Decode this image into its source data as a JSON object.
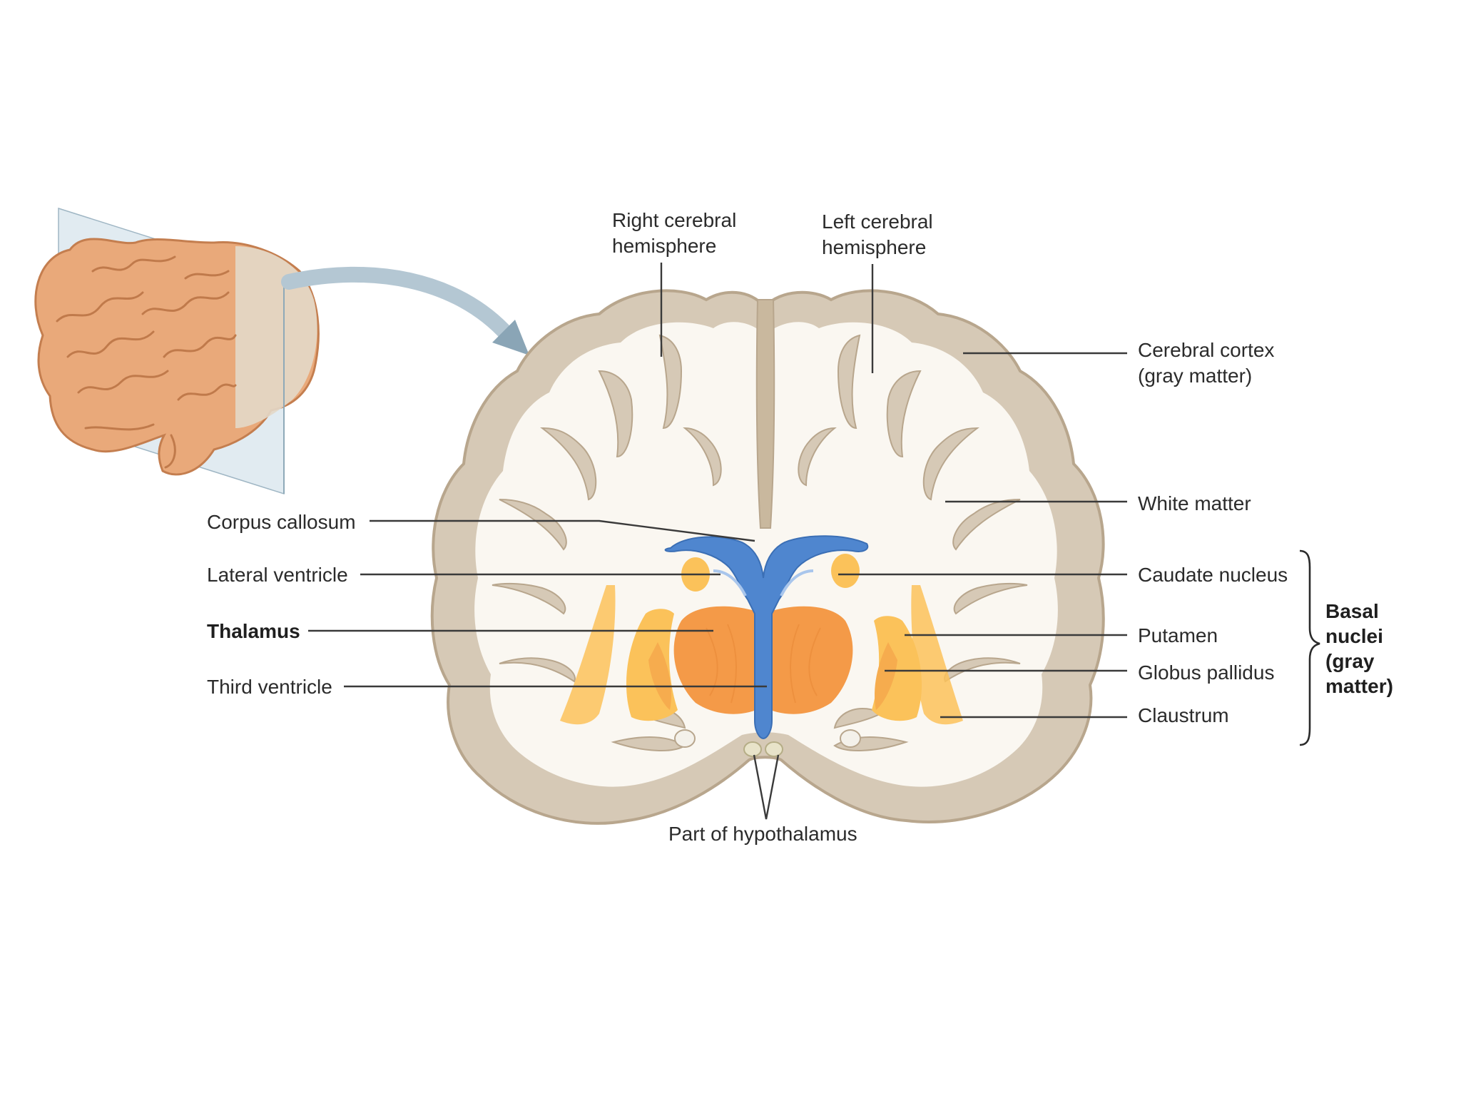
{
  "labels": {
    "right_hemisphere": [
      "Right cerebral",
      "hemisphere"
    ],
    "left_hemisphere": [
      "Left cerebral",
      "hemisphere"
    ],
    "cerebral_cortex": [
      "Cerebral cortex",
      "(gray matter)"
    ],
    "white_matter": "White matter",
    "corpus_callosum": "Corpus callosum",
    "lateral_ventricle": "Lateral ventricle",
    "thalamus": "Thalamus",
    "third_ventricle": "Third ventricle",
    "caudate_nucleus": "Caudate nucleus",
    "putamen": "Putamen",
    "globus_pallidus": "Globus pallidus",
    "claustrum": "Claustrum",
    "basal_nuclei": [
      "Basal",
      "nuclei",
      "(gray",
      "matter)"
    ],
    "hypothalamus": "Part of hypothalamus"
  },
  "colors": {
    "gray_matter": "#d6c9b6",
    "white_matter": "#faf7f1",
    "ventricle": "#4f86cf",
    "thalamus": "#f49a48",
    "basal_nuclei": "#fbc25a",
    "brain_surface": "#e8a877"
  }
}
